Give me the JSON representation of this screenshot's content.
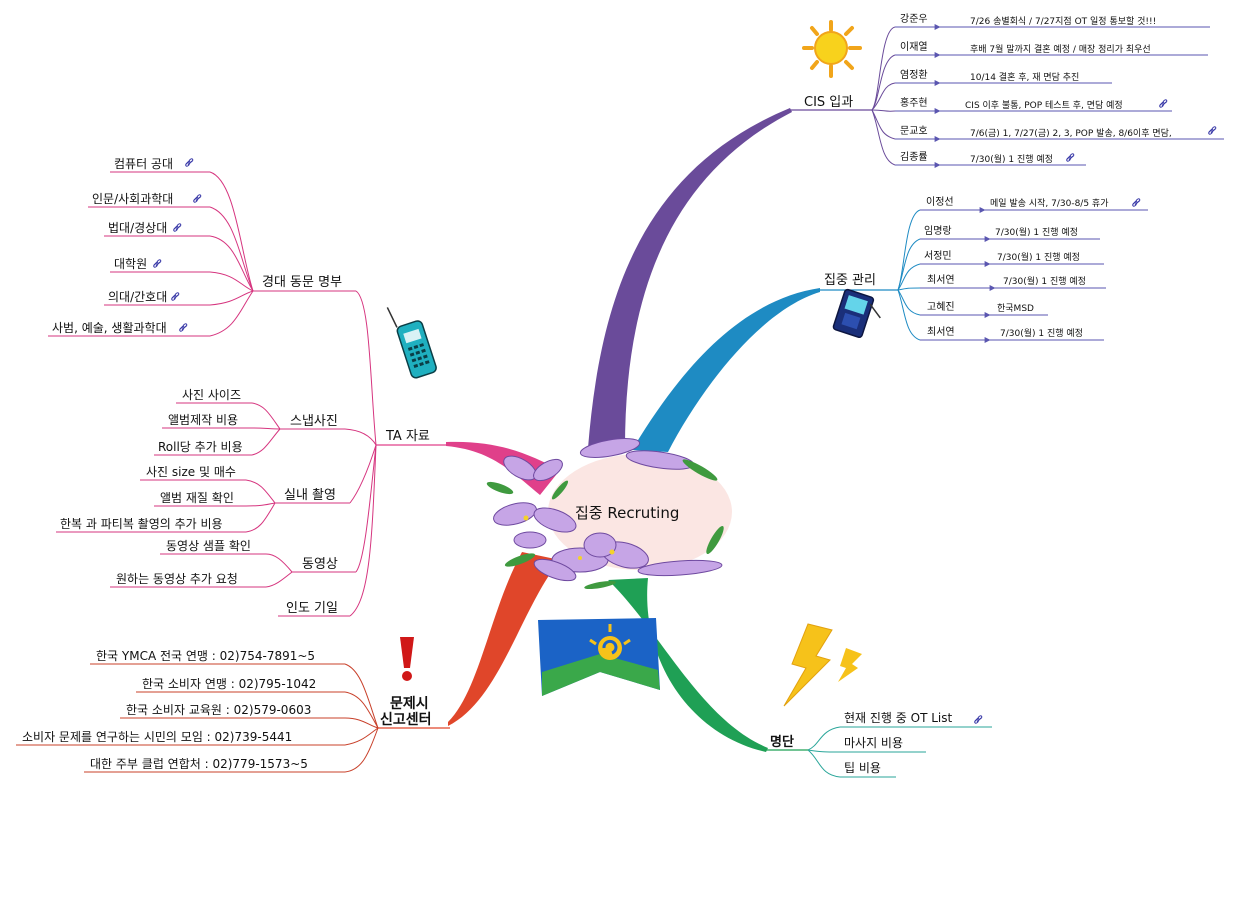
{
  "center": {
    "title": "집중 Recruting"
  },
  "branches": {
    "cis": {
      "title": "CIS 입과",
      "items": [
        {
          "name": "강준우",
          "detail": "7/26 송별회식 / 7/27지점 OT 일정 통보할 것!!!"
        },
        {
          "name": "이재열",
          "detail": "후배 7월 말까지 결혼 예정 / 매장 정리가 최우선"
        },
        {
          "name": "염정환",
          "detail": "10/14 결혼 후, 재 면담 추진"
        },
        {
          "name": "홍주현",
          "detail": "CIS 이후 불통, POP 테스트 후, 면담 예정"
        },
        {
          "name": "문교호",
          "detail": "7/6(금) 1, 7/27(금) 2, 3, POP 발송, 8/6이후 면담,"
        },
        {
          "name": "김종률",
          "detail": "7/30(월) 1 진행 예정"
        }
      ]
    },
    "focus": {
      "title": "집중 관리",
      "items": [
        {
          "name": "이정선",
          "detail": "메일 발송 시작, 7/30-8/5 휴가"
        },
        {
          "name": "임명랑",
          "detail": "7/30(월) 1 진행 예정"
        },
        {
          "name": "서정민",
          "detail": "7/30(월) 1 진행 예정"
        },
        {
          "name": "최서연",
          "detail": "7/30(월) 1 진행 예정"
        },
        {
          "name": "고혜진",
          "detail": "한국MSD"
        },
        {
          "name": "최서연",
          "detail": "7/30(월) 1 진행 예정"
        }
      ]
    },
    "list": {
      "title": "명단",
      "items": [
        "현재 진행 중 OT List",
        "마사지 비용",
        "팁 비용"
      ]
    },
    "report": {
      "title_line1": "문제시",
      "title_line2": "신고센터",
      "items": [
        "한국 YMCA 전국 연맹 : 02)754-7891~5",
        "한국 소비자 연맹 : 02)795-1042",
        "한국 소비자 교육원 : 02)579-0603",
        "소비자 문제를 연구하는 시민의 모임 : 02)739-5441",
        "대한 주부 클럽 연합처 : 02)779-1573~5"
      ]
    },
    "ta": {
      "title": "TA 자료",
      "alumni": {
        "title": "경대 동문 명부",
        "items": [
          "컴퓨터 공대",
          "인문/사회과학대",
          "법대/경상대",
          "대학원",
          "의대/간호대",
          "사범, 예술, 생활과학대"
        ]
      },
      "snap": {
        "title": "스냅사진",
        "items": [
          "사진 사이즈",
          "앨범제작 비용",
          "Roll당 추가 비용"
        ]
      },
      "indoor": {
        "title": "실내 촬영",
        "items": [
          "사진 size 및 매수",
          "앨범 재질 확인",
          "한복 과 파티복 촬영의 추가 비용"
        ]
      },
      "video": {
        "title": "동영상",
        "items": [
          "동영상 샘플 확인",
          "원하는 동영상 추가 요청"
        ]
      },
      "india": "인도 기일"
    }
  },
  "colors": {
    "cis": "#6a4b9a",
    "focus": "#1e8bc3",
    "list": "#1fa055",
    "report": "#e0462a",
    "ta": "#e0408a",
    "sub_line": "#5a56b0",
    "list_line": "#2aa69a",
    "report_line": "#c8402a",
    "ta_line": "#d6357f"
  },
  "icons": [
    "sun-clipart",
    "pda-clipart",
    "lightning-clipart",
    "exclamation-clipart",
    "cellphone-clipart",
    "banner-clipart",
    "flower-clipart",
    "link-icon"
  ]
}
